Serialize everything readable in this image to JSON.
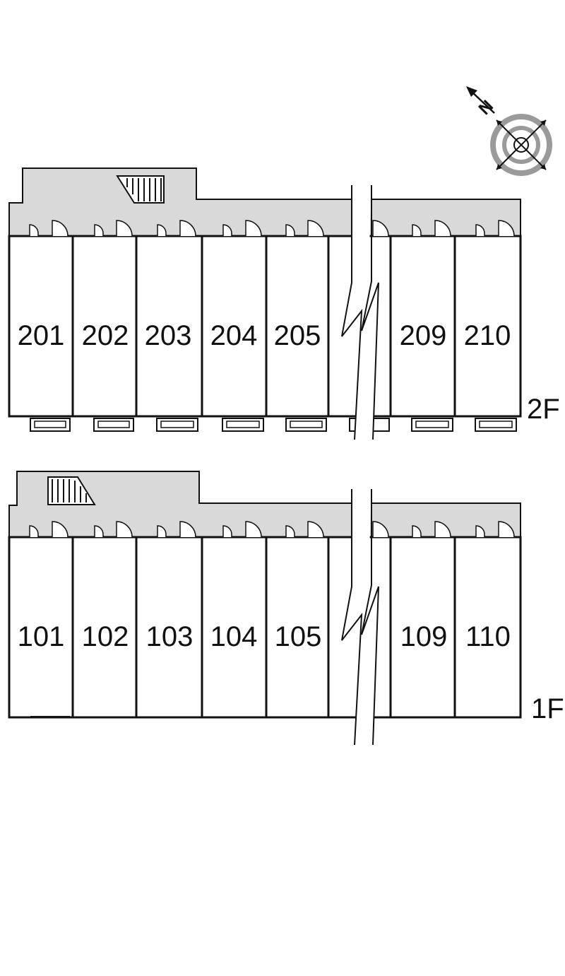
{
  "compass": {
    "north_label": "N"
  },
  "colors": {
    "corridor": "#d9d9d9",
    "wall": "#111111",
    "background": "#ffffff"
  },
  "floors": [
    {
      "id": "2F",
      "label": "2F",
      "units": [
        "201",
        "202",
        "203",
        "204",
        "205",
        "209",
        "210"
      ]
    },
    {
      "id": "1F",
      "label": "1F",
      "units": [
        "101",
        "102",
        "103",
        "104",
        "105",
        "109",
        "110"
      ]
    }
  ]
}
